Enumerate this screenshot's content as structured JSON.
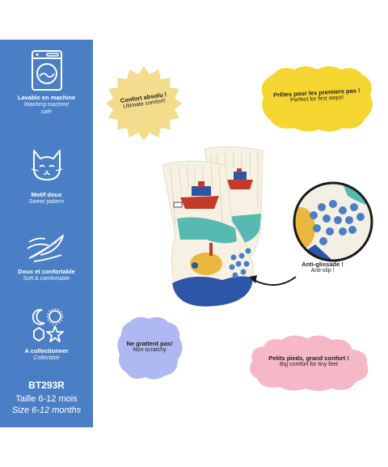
{
  "features": [
    {
      "icon": "washing-machine-icon",
      "fr": "Lavable en machine",
      "en": "Washing machine safe"
    },
    {
      "icon": "cat-face-icon",
      "fr": "Motif doux",
      "en": "Sweet pattern"
    },
    {
      "icon": "feather-icon",
      "fr": "Doux et confortable",
      "en": "Soft & comfortable"
    },
    {
      "icon": "shapes-collection-icon",
      "fr": "A collectionner",
      "en": "Collectible"
    }
  ],
  "product": {
    "code": "BT293R",
    "size_fr": "Taille 6-12 mois",
    "size_en": "Size 6-12 months"
  },
  "badges": {
    "comfort": {
      "fr": "Confort absolu !",
      "en": "Ultimate comfort!",
      "color": "#f3dc8c"
    },
    "first_steps": {
      "fr": "Prêtes pour les premiers pas !",
      "en": "Perfect for first steps!",
      "color": "#f5d631"
    },
    "non_scratchy": {
      "fr": "Ne grattent pas!",
      "en": "Non-scratchy",
      "color": "#aeb8f2"
    },
    "small_feet": {
      "fr": "Petits pieds, grand confort !",
      "en": "Big comfort for tiny feet",
      "color": "#f6b8c6"
    }
  },
  "anti_slip": {
    "fr": "Anti-glissade !",
    "en": "Anti-slip !"
  },
  "colors": {
    "sidebar": "#4a7fc6",
    "sock_cream": "#f6f1e2",
    "sock_teal": "#56b9b2",
    "sock_navy": "#2d55a8",
    "boat_red": "#c23a2a"
  }
}
